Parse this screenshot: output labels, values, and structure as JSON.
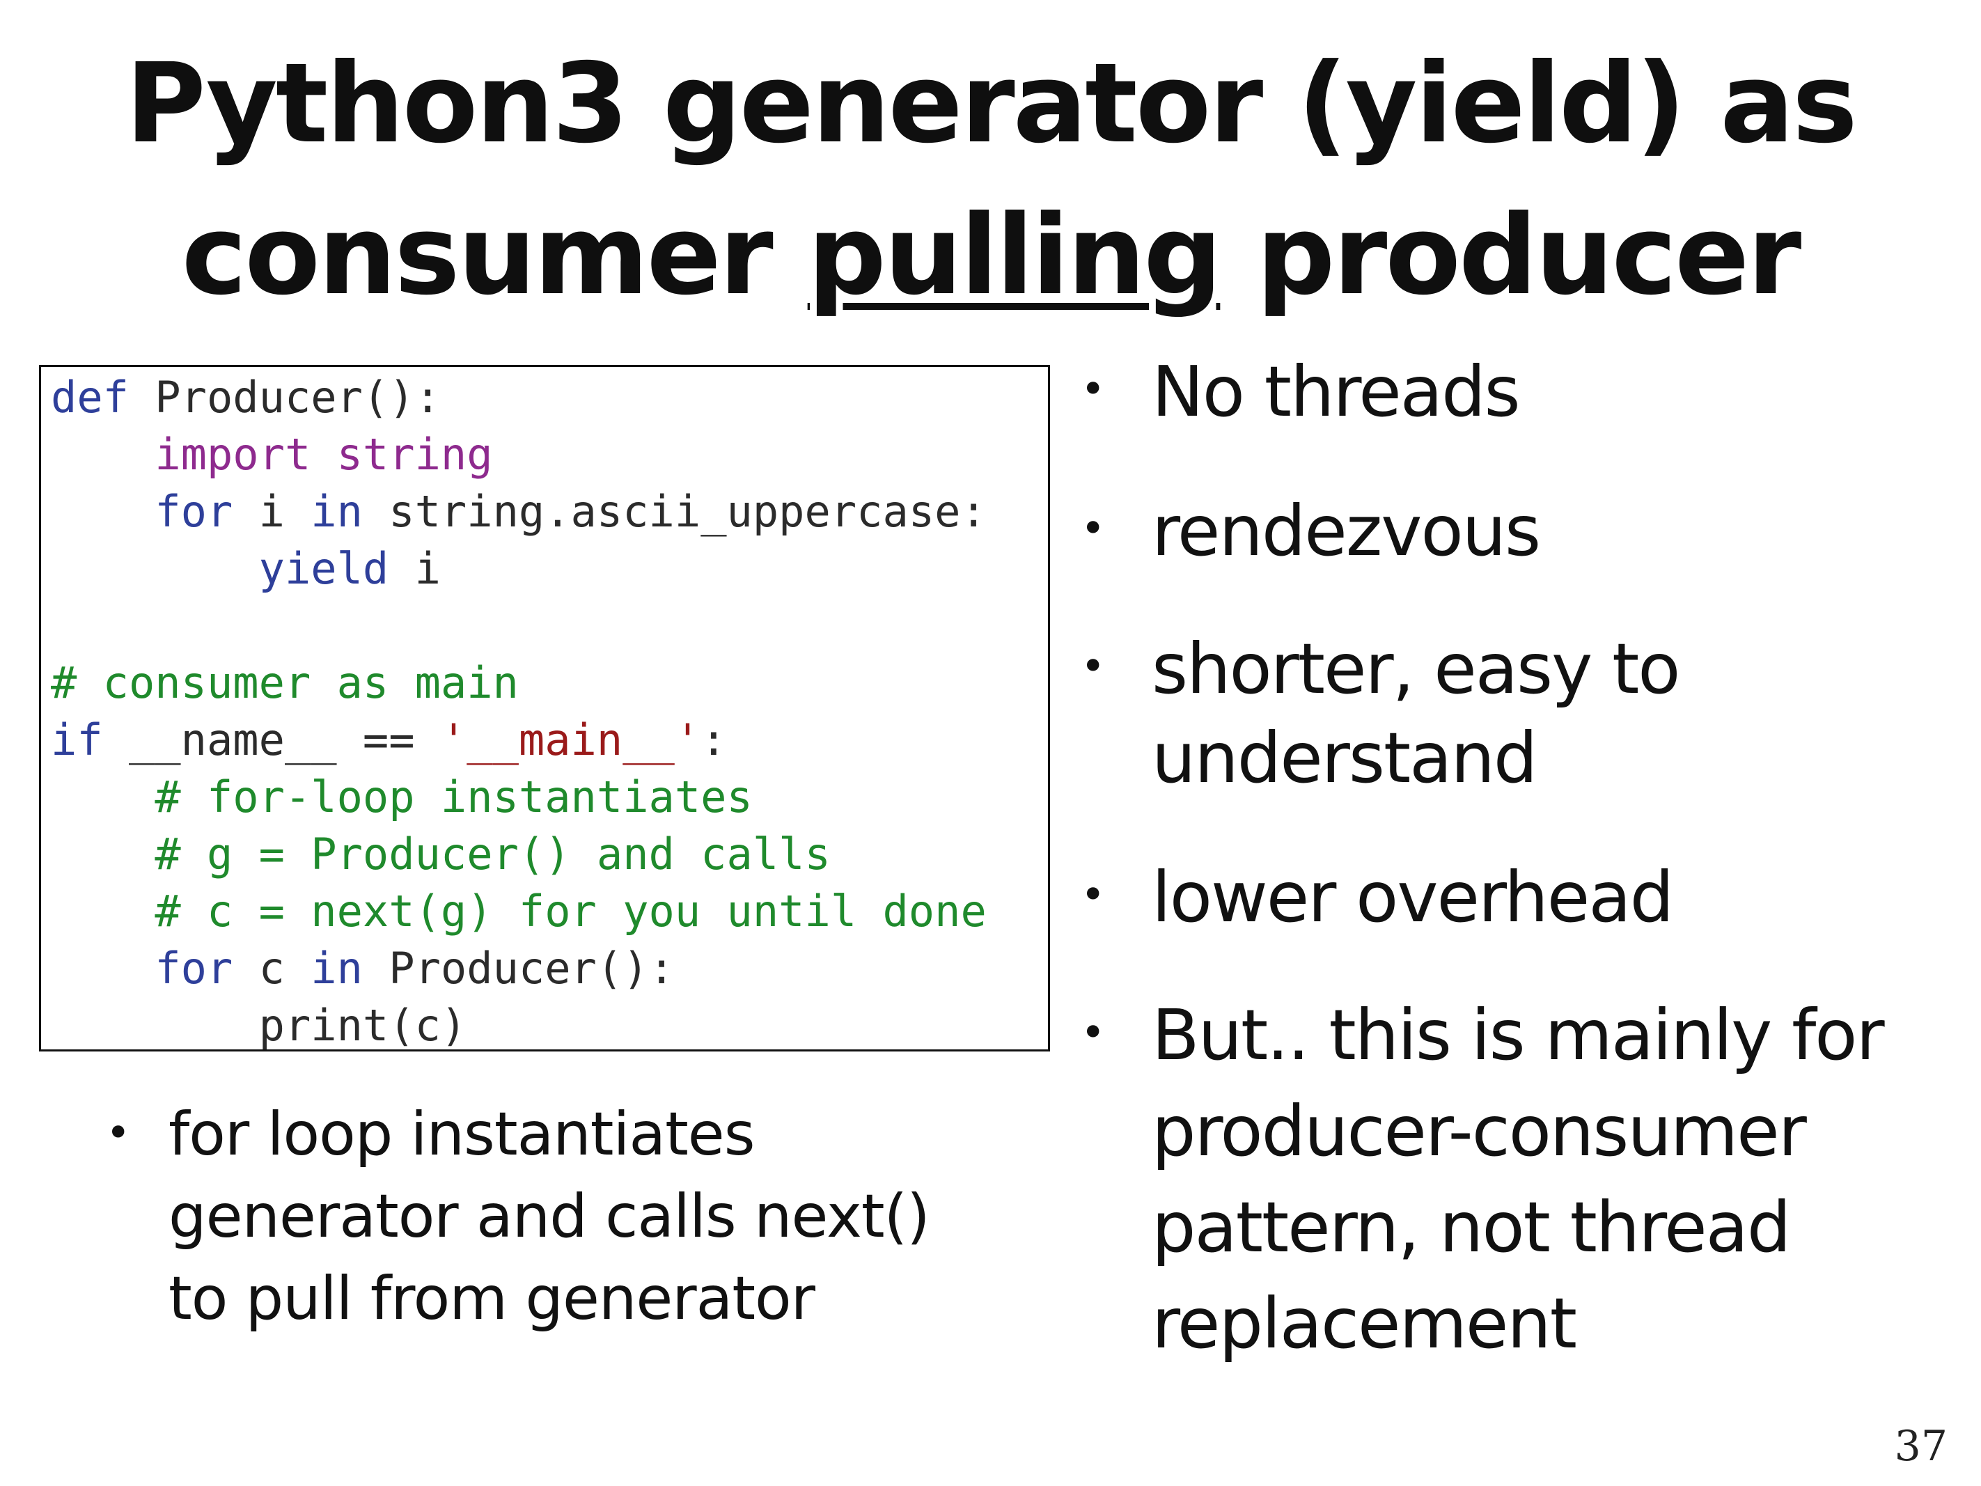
{
  "slide": {
    "title_line1": "Python3 generator (yield) as",
    "title_line2_start": "consumer ",
    "title_line2_underlined": "pulling",
    "title_line2_end": " producer",
    "page_number": "37"
  },
  "code": {
    "line1": {
      "kw": "def",
      "rest": " Producer():"
    },
    "line2": {
      "indent": "    ",
      "kw": "import",
      "sp": " ",
      "mod": "string"
    },
    "line3": {
      "indent": "    ",
      "kw_for": "for",
      "var": " i ",
      "kw_in": "in",
      "rest": " string.ascii_uppercase:"
    },
    "line4": {
      "indent": "        ",
      "kw": "yield",
      "rest": " i"
    },
    "line5": {
      "comment": "# consumer as main"
    },
    "line6": {
      "kw": "if",
      "mid": " __name__ == ",
      "str": "'__main__'",
      "end": ":"
    },
    "line7": {
      "indent": "    ",
      "comment": "# for-loop instantiates"
    },
    "line8": {
      "indent": "    ",
      "comment": "# g = Producer() and calls"
    },
    "line9": {
      "indent": "    ",
      "comment": "# c = next(g) for you until done"
    },
    "line10": {
      "indent": "    ",
      "kw_for": "for",
      "var": " c ",
      "kw_in": "in",
      "rest": " Producer():"
    },
    "line11": {
      "indent": "        ",
      "rest": "print(c)"
    }
  },
  "left_note": {
    "bullet": "•",
    "lines": [
      "for loop instantiates",
      "generator and calls next()",
      "to pull from generator"
    ]
  },
  "right_bullets": {
    "bullet": "•",
    "b1": "No threads",
    "b2": "rendezvous",
    "b3_line1": "shorter, easy to",
    "b3_line2": "understand",
    "b4": "lower overhead",
    "b5_line1": "But.. this is mainly for",
    "b5_line2": "producer-consumer",
    "b5_line3": "pattern, not thread",
    "b5_line4": "replacement"
  },
  "colors": {
    "keyword": "#2e3f9a",
    "import_keyword": "#8e2a8e",
    "comment": "#1f8a2c",
    "string": "#9a1a1a",
    "text": "#2b2b2b"
  }
}
